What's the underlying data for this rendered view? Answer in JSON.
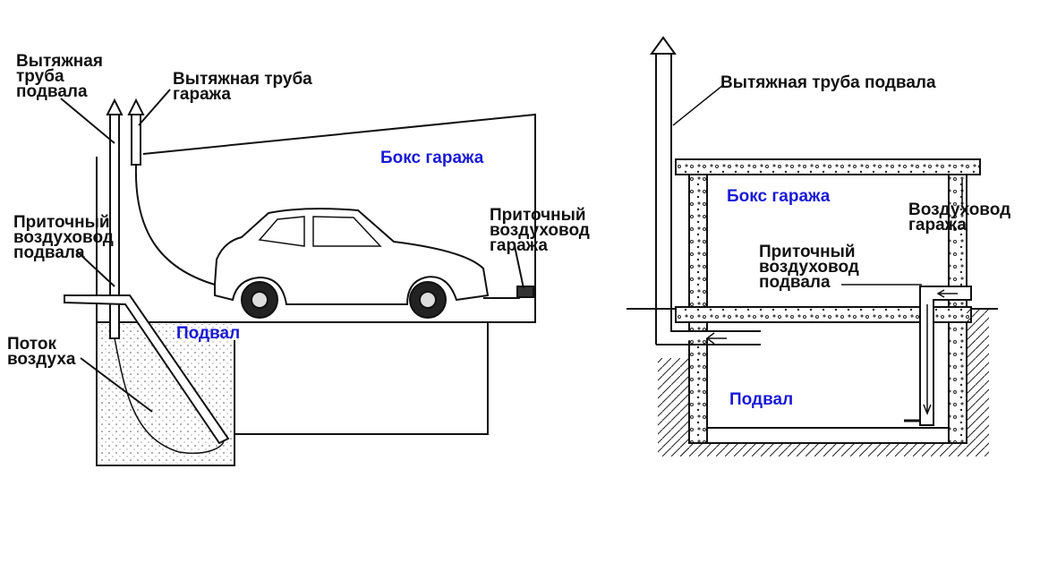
{
  "left_diagram": {
    "exhaust_basement": "Вытяжная\nтруба\nподвала",
    "exhaust_garage": "Вытяжная труба\nгаража",
    "garage_box": "Бокс гаража",
    "supply_basement": "Приточный\nвоздуховод\nподвала",
    "supply_garage": "Приточный\nвоздуховод\nгаража",
    "air_flow": "Поток\nвоздуха",
    "basement": "Подвал"
  },
  "right_diagram": {
    "exhaust_basement": "Вытяжная труба подвала",
    "garage_box": "Бокс гаража",
    "garage_duct": "Воздуховод\nгаража",
    "supply_basement": "Приточный\nвоздуховод\nподвала",
    "basement": "Подвал"
  },
  "colors": {
    "label_blue": "#1a1ad6",
    "line": "#111111"
  }
}
